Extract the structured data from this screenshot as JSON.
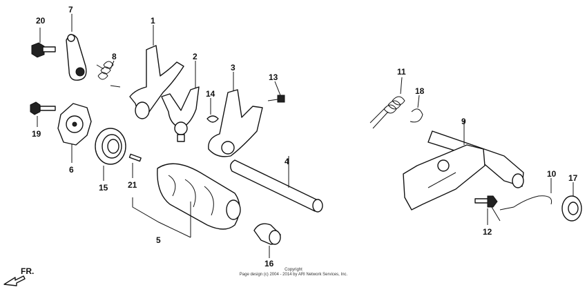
{
  "callouts": [
    "20",
    "7",
    "8",
    "1",
    "2",
    "3",
    "13",
    "14",
    "19",
    "6",
    "15",
    "21",
    "5",
    "4",
    "16",
    "11",
    "18",
    "9",
    "10",
    "17",
    "12"
  ],
  "direction_label": "FR.",
  "footer": {
    "line1": "Copyright",
    "line2": "Page design (c) 2004 - 2014 by ARI Network Services, Inc."
  }
}
